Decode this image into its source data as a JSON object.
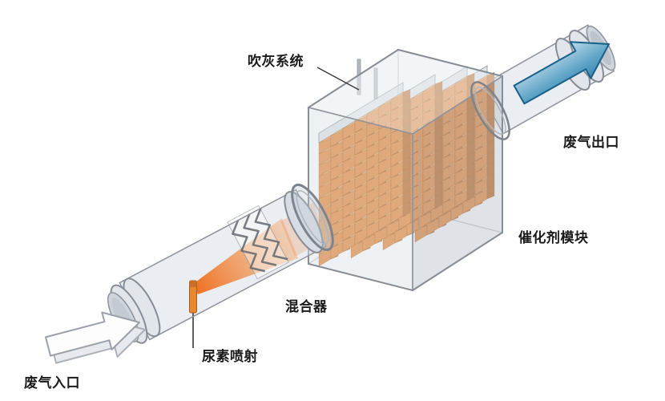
{
  "diagram": {
    "labels": {
      "soot_blower": "吹灰系统",
      "outlet": "废气出口",
      "catalyst_module": "催化剂模块",
      "mixer": "混合器",
      "urea_injection": "尿素喷射",
      "inlet": "废气入口"
    },
    "catalyst": {
      "walls": 4,
      "rows": 11,
      "cols_per_wall": [
        7,
        7,
        7,
        6
      ]
    },
    "colors": {
      "catalyst_top": "#f2ae66",
      "catalyst_front": "#e8883a",
      "catalyst_side": "#c06a24",
      "catalyst_edge": "#9a5518",
      "spray_orange": "#ef6f1d",
      "spray_orange_light": "#f5a05a",
      "injector_orange": "#e8872f",
      "arrow_blue_dark": "#1f6f9c",
      "arrow_blue_mid": "#5ea3c6",
      "arrow_blue_light": "#d8e8f2",
      "housing_gray": "#8d949d"
    }
  }
}
